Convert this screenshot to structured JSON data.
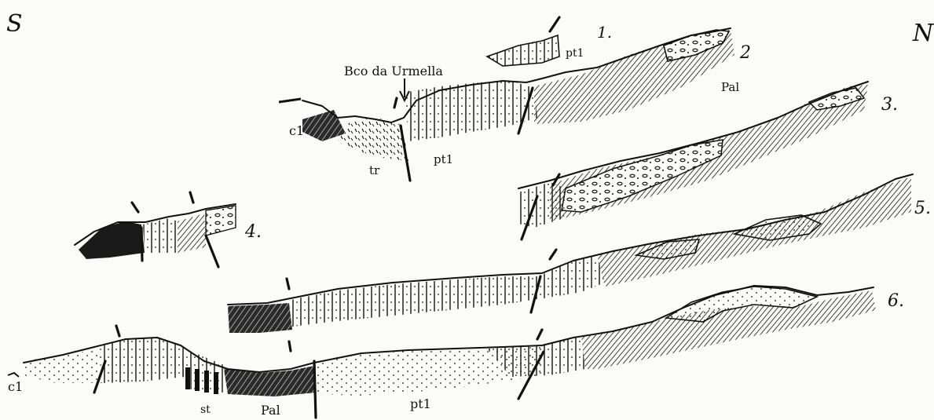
{
  "orientation": {
    "south": "S",
    "north": "N"
  },
  "locality": "Bco da Urmella",
  "profiles": [
    {
      "number": "1.",
      "units": [
        "pt1",
        "Pal"
      ]
    },
    {
      "number": "2"
    },
    {
      "number": "3."
    },
    {
      "number": "4."
    },
    {
      "number": "5."
    },
    {
      "number": "6."
    }
  ],
  "unit_labels": {
    "pt1_a": "pt1",
    "pt1_b": "pt1",
    "pt1_c": "pt1",
    "tr": "tr",
    "c1_a": "c1",
    "c1_b": "c1",
    "pal_a": "Pal",
    "pal_b": "Pal",
    "st": "st"
  }
}
